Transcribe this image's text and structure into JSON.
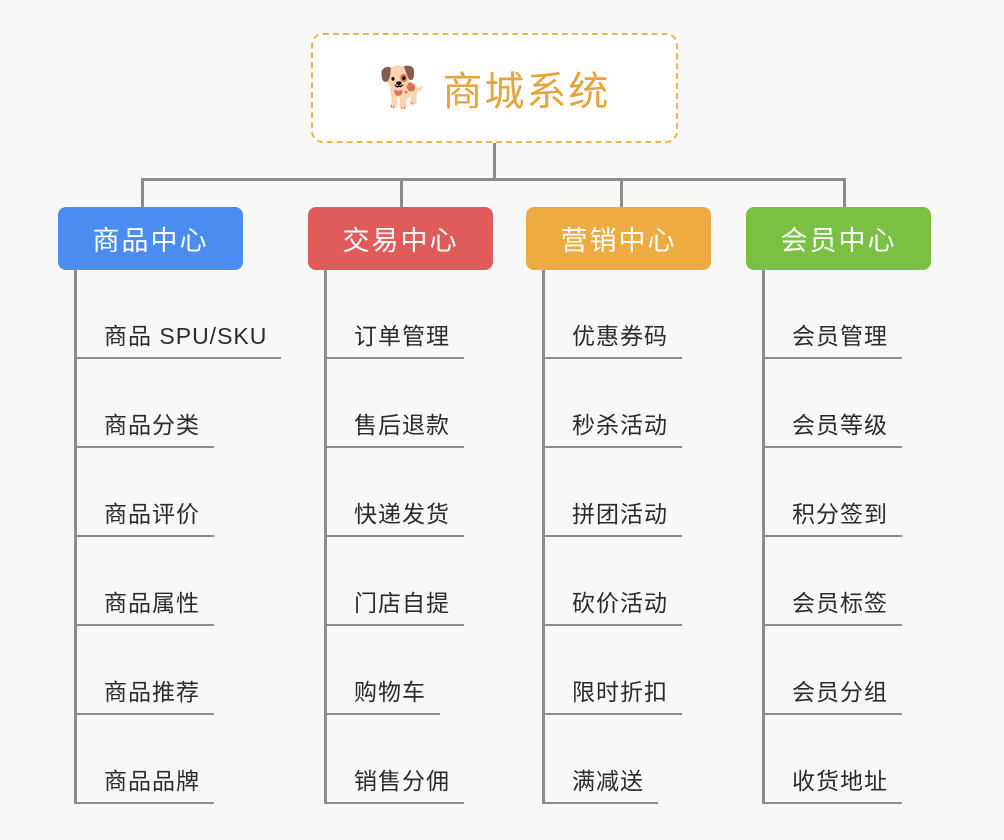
{
  "page": {
    "background": "#f8f8f9",
    "connector_color": "#8c8c8c"
  },
  "root": {
    "icon": "shiba-dog-face-emoji",
    "emoji": "🐕",
    "title": "商城系统",
    "title_color": "#e6a43c",
    "border_color": "#efb54d",
    "fill": "#ffffff"
  },
  "branches": [
    {
      "title": "商品中心",
      "color": "#4a8cf0",
      "leaves": [
        "商品 SPU/SKU",
        "商品分类",
        "商品评价",
        "商品属性",
        "商品推荐",
        "商品品牌"
      ]
    },
    {
      "title": "交易中心",
      "color": "#e05c5a",
      "leaves": [
        "订单管理",
        "售后退款",
        "快递发货",
        "门店自提",
        "购物车",
        "销售分佣"
      ]
    },
    {
      "title": "营销中心",
      "color": "#eeab42",
      "leaves": [
        "优惠券码",
        "秒杀活动",
        "拼团活动",
        "砍价活动",
        "限时折扣",
        "满减送"
      ]
    },
    {
      "title": "会员中心",
      "color": "#7ac143",
      "leaves": [
        "会员管理",
        "会员等级",
        "积分签到",
        "会员标签",
        "会员分组",
        "收货地址"
      ]
    }
  ]
}
